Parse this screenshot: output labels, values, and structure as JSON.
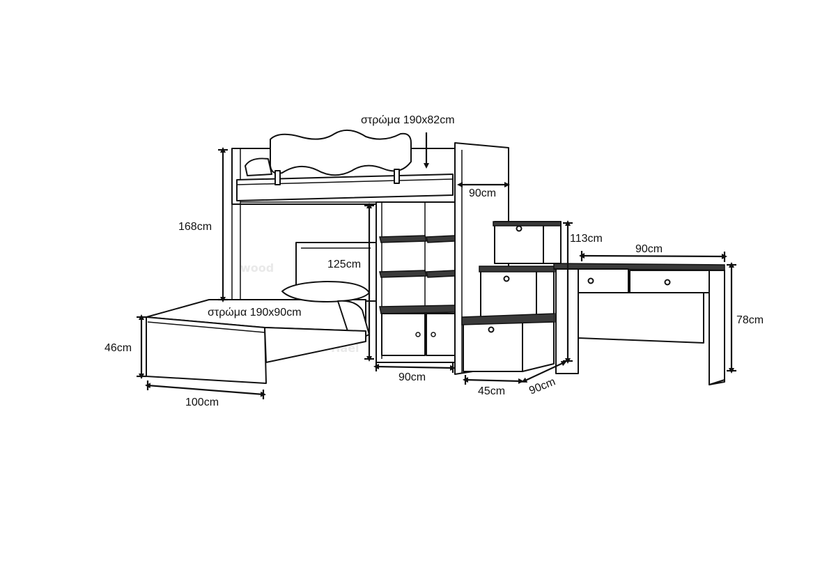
{
  "labels": {
    "top_mattress": "στρώμα  190x82cm",
    "bottom_mattress": "στρώμα  190x90cm",
    "loft_height": "168cm",
    "shelf_height": "125cm",
    "loft_depth": "90cm",
    "stairs_height": "113cm",
    "desk_width": "90cm",
    "desk_height": "78cm",
    "bed_height": "46cm",
    "bed_width": "100cm",
    "shelf_width": "90cm",
    "stairs_width": "45cm",
    "stairs_depth": "90cm"
  },
  "watermark": {
    "line1": "wood",
    "line2": "Hael"
  },
  "colors": {
    "stroke": "#111111",
    "fill": "#ffffff",
    "watermark": "#e9e9e9"
  }
}
